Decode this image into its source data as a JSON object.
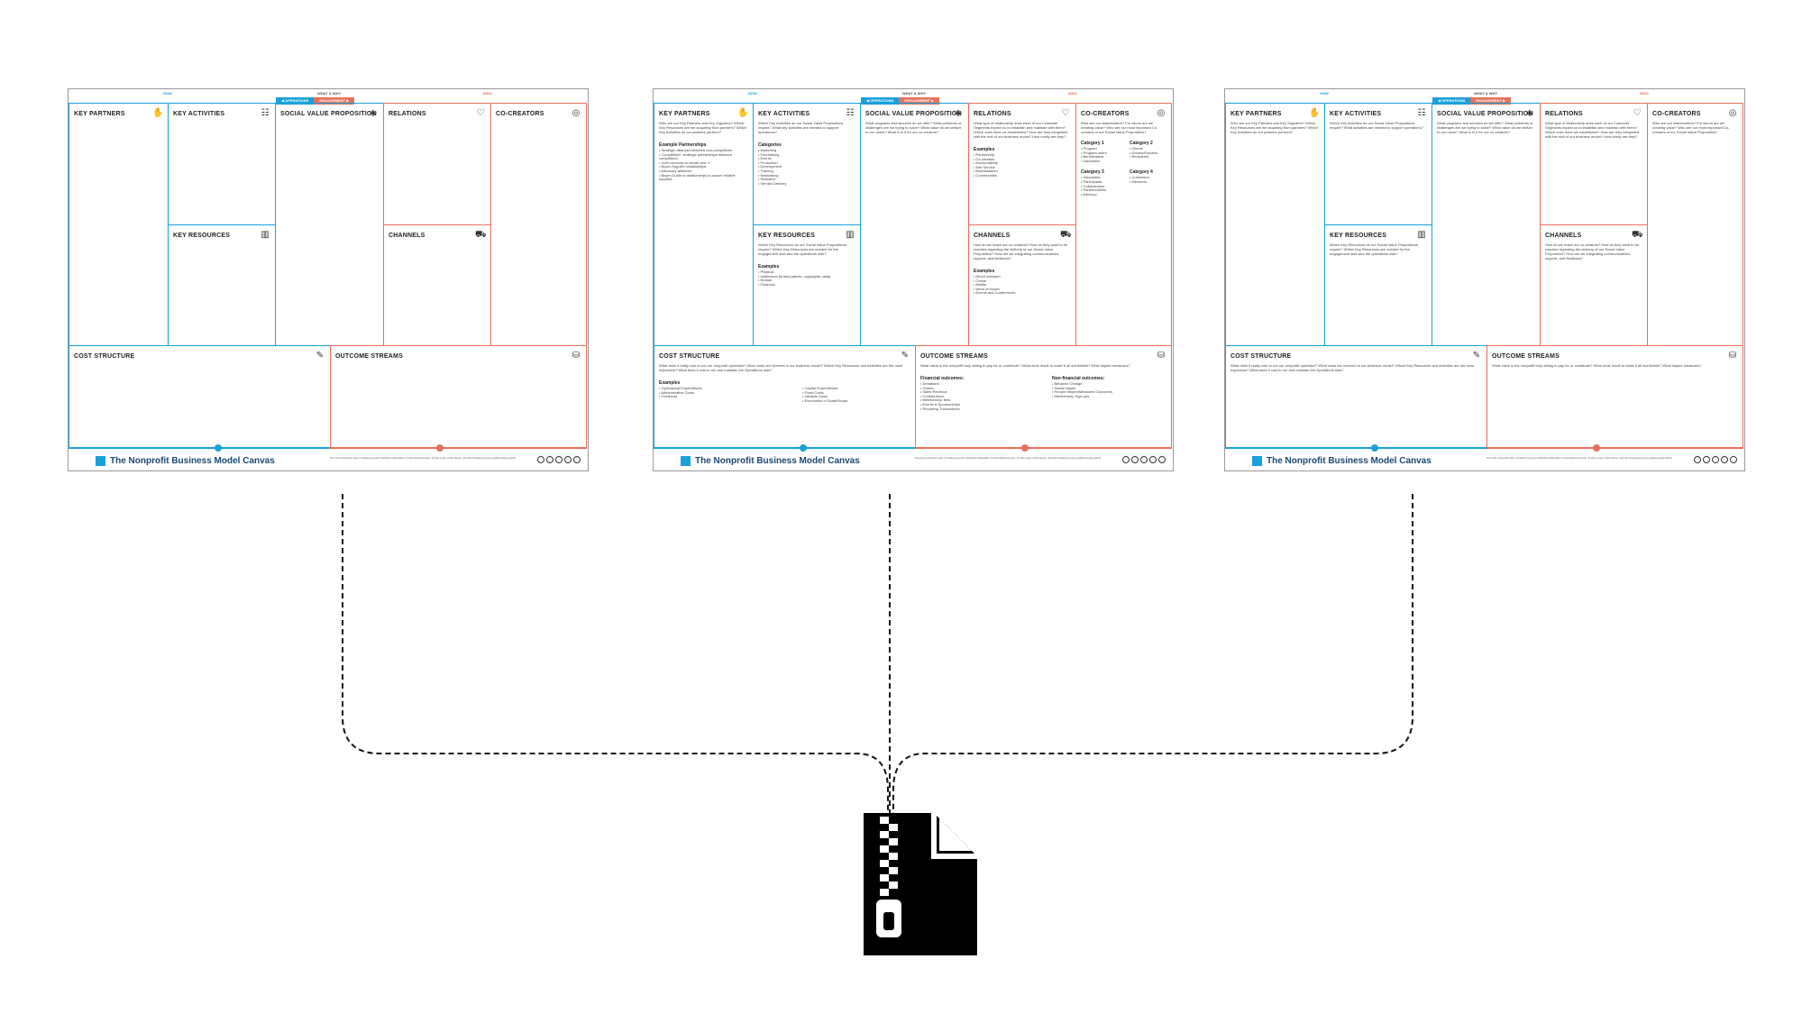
{
  "canvas_template": {
    "top_labels": {
      "how": "HOW",
      "what_why": "WHAT & WHY",
      "who": "WHO"
    },
    "tabs": {
      "operations": "◀ OPERATIONS",
      "engagement": "ENGAGEMENT ▶"
    },
    "blocks": {
      "key_partners": "Key Partners",
      "key_activities": "Key Activities",
      "social_value_proposition": "Social Value Proposition",
      "relations": "Relations",
      "co_creators": "Co-Creators",
      "key_resources": "Key Resources",
      "channels": "Channels",
      "cost_structure": "Cost Structure",
      "outcome_streams": "Outcome Streams"
    },
    "footer_title": "The Nonprofit Business Model Canvas",
    "license_text": "This work is licensed under a Creative Commons Attribution-ShareAlike 4.0 International License. To view a copy of this license, visit http://creativecommons.org/licenses/by-sa/4.0/"
  },
  "icons": {
    "partners": "handshake-icon",
    "activities": "checklist-icon",
    "value": "gem-icon",
    "relations": "heart-icon",
    "co_creators": "people-icon",
    "resources": "factory-icon",
    "channels": "truck-icon",
    "cost": "price-tag-icon",
    "outcome": "money-bag-icon",
    "archive": "zip-file-icon"
  },
  "colors": {
    "operations": "#1aa0db",
    "engagement": "#e8705a",
    "footer_title": "#1a4a75"
  },
  "canvases": [
    {
      "variant": "blank"
    },
    {
      "variant": "examples",
      "key_partners_q": "Who are our Key Partners and Key Suppliers? Which Key Resources are we acquiring from partners? Which Key Activities do our partners perform?",
      "key_partners_ex_title": "Example Partnerships",
      "key_partners_ex": [
        "• Strategic alliances between non-competitors",
        "• 'Coopetition': strategic partnerships between competitors",
        "• Joint ventures to create new 'x'",
        "• Buyer-Supplier relationships",
        "• Advocacy alliances",
        "• Buyer-Guide to relationships to assure reliable supplies"
      ],
      "key_activities_q": "Which Key Activities do our Social Value Propositions require? What key activities are needed to support operations?",
      "key_activities_ex_title": "Categories",
      "key_activities_ex": [
        "• Marketing",
        "• Fundraising",
        "• Events",
        "• Production",
        "• Development",
        "• Training",
        "• Networking",
        "• Research",
        "• Service Delivery"
      ],
      "svp_q": "What programs and services do we offer? What problems or challenges are we trying to solve? What value do we deliver to our users? What is in it for our co-creators?",
      "relations_q": "What type of relationship does each of our Customer Segments expect us to establish and maintain with them? Which ones have we established? How are they integrated with the rest of our business model? How costly are they?",
      "relations_ex_title": "Examples",
      "relations_ex": [
        "• Partnership",
        "• Co-creation",
        "• Accountability",
        "• Self Service",
        "• Ambassadors",
        "• Communities"
      ],
      "co_creators_q": "Who are our stakeholders? For whom are we creating value? Who are our most important Co-creators of our Social Value Proposition?",
      "co_creators_cats": [
        {
          "title": "Category 1",
          "items": [
            "• Program",
            "• Program users",
            "• Beneficiaries",
            "• Volunteers"
          ]
        },
        {
          "title": "Category 2",
          "items": [
            "• Clients",
            "• Donors/Funders",
            "• Recipients"
          ]
        },
        {
          "title": "Category 3",
          "items": [
            "• Volunteers",
            "• Participants",
            "• Collaborators",
            "• Partners/Allies",
            "• Advisory"
          ]
        },
        {
          "title": "Category 4",
          "items": [
            "• Customers",
            "• Members"
          ]
        }
      ],
      "key_resources_q": "Which Key Resources do our Social Value Propositions require? Which Key Resources are needed for the engagement side and the operations side?",
      "key_resources_ex_title": "Examples",
      "key_resources_ex": [
        "• Physical",
        "• Intellectual (brand patents, copyrights, data)",
        "• Human",
        "• Financial"
      ],
      "channels_q": "How do we reach our co-creators? How do they want to be reached regarding the delivery of our Social Value Proposition? How are we integrating communications, support, and feedback?",
      "channels_ex_title": "Examples",
      "channels_ex": [
        "• Direct outreach",
        "• Online",
        "• Mobile",
        "• Word of mouth",
        "• Events and Conferences"
      ],
      "cost_q": "What does it really cost to run our nonprofit operation? What costs are inherent in our business model? Which Key Resources and Activities are the most expensive? What does it cost to run and maintain the Operations side?",
      "cost_ex_title": "Examples",
      "cost_ex_left": [
        "• Operational Expenditures",
        "• Administrative Costs",
        "• Overhead"
      ],
      "cost_ex_right": [
        "• Capital Expenditures",
        "• Fixed Costs",
        "• Variable Costs",
        "• Economies of Scale/Scope"
      ],
      "outcome_q": "What value is the nonprofit truly willing to pay for or contribute? What must result to make it all worthwhile? What impact measures?",
      "fin_title": "Financial outcomes:",
      "fin_items": [
        "• Donations",
        "• Grants",
        "• Sales Revenue",
        "• Contributions",
        "• Membership fees",
        "• Events & Sponsorships",
        "• Recurring Transactions"
      ],
      "nonfin_title": "Non-financial outcomes:",
      "nonfin_items": [
        "• Behavior Change",
        "• Social Impact",
        "• People Helped/Measured Outcomes",
        "• Membership Sign-ups"
      ]
    },
    {
      "variant": "questions",
      "key_partners_q": "Who are our Key Partners and Key Suppliers? Which Key Resources are we acquiring from partners? Which Key Activities do our partners perform?",
      "key_activities_q": "Which Key Activities do our Social Value Propositions require? What activities are needed to support operations?",
      "svp_q": "What programs and services do we offer? What problems or challenges are we trying to solve? What value do we deliver to our users? What is in it for our co-creators?",
      "relations_q": "What type of relationship does each of our Customer Segments expect us to establish and maintain with them? Which ones have we established? How are they integrated with the rest of our business model? How costly are they?",
      "co_creators_q": "Who are our stakeholders? For whom are we creating value? Who are our most important Co-creators of our Social Value Proposition?",
      "key_resources_q": "Which Key Resources do our Social Value Propositions require? Which Key Resources are needed for the engagement side and the operations side?",
      "channels_q": "How do we reach our co-creators? How do they want to be reached regarding the delivery of our Social Value Proposition? How are we integrating communications, support, and feedback?",
      "cost_q": "What does it really cost to run our nonprofit operation? What costs are inherent in our business model? Which Key Resources and Activities are the most expensive? What does it cost to run and maintain the Operations side?",
      "outcome_q": "What value is the nonprofit truly willing to pay for or contribute? What must result to make it all worthwhile? What impact measures?"
    }
  ]
}
